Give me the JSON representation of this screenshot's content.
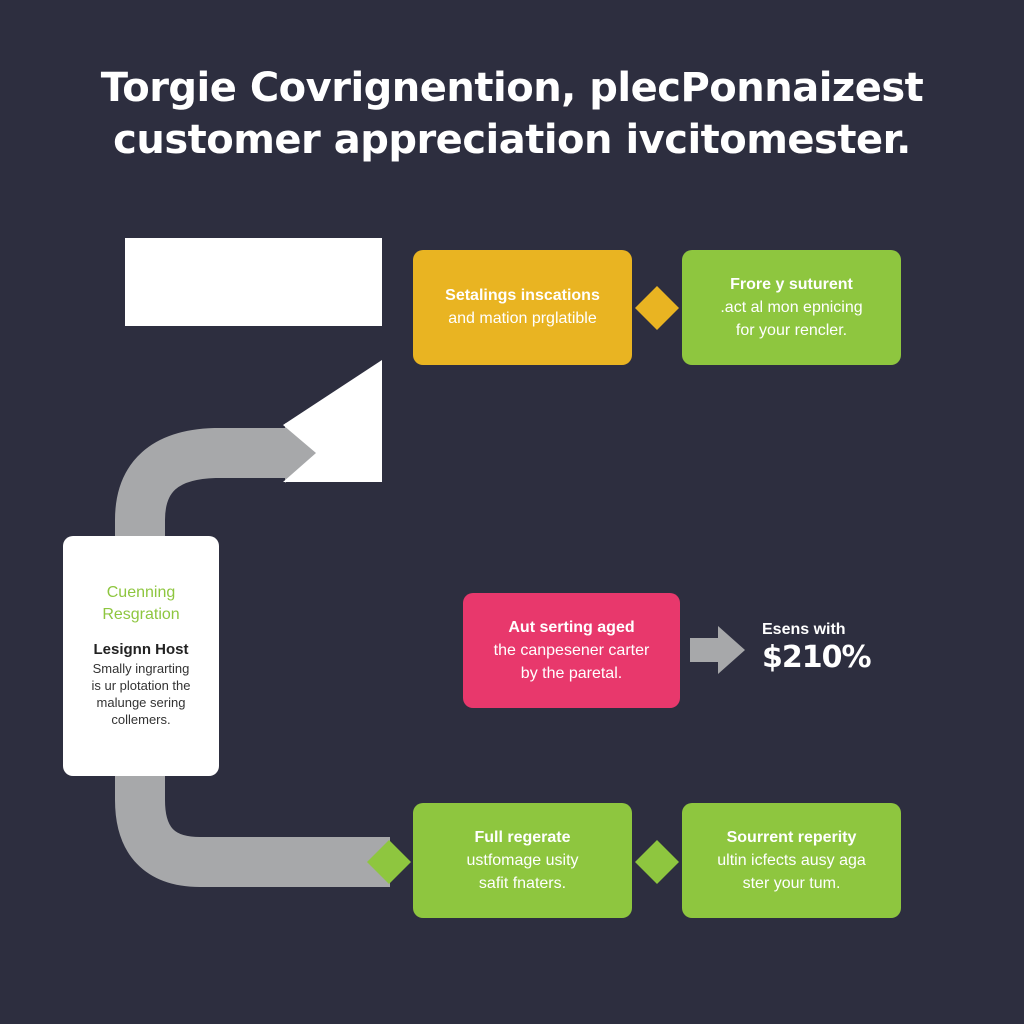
{
  "title": {
    "line1": "Torgie Covrignention, plecPonnaizest",
    "line2": "customer appreciation ivcitomester."
  },
  "side_card": {
    "title_line1": "Cuenning",
    "title_line2": "Resgration",
    "heading": "Lesignn Host",
    "lines": [
      "Smally ingrarting",
      "is ur plotation the",
      "malunge sering",
      "collemers."
    ]
  },
  "cards": {
    "orange": {
      "heading": "Setalings inscations",
      "lines": [
        "and mation prglatible"
      ]
    },
    "green_top": {
      "heading": "Frore y suturent",
      "lines": [
        ".act al mon epnicing",
        "for your rencler."
      ]
    },
    "pink": {
      "heading": "Aut serting aged",
      "lines": [
        "the canpesener carter",
        "by the paretal."
      ]
    },
    "green_bottom_left": {
      "heading": "Full regerate",
      "lines": [
        "ustfomage usity",
        "safit fnaters."
      ]
    },
    "green_bottom_right": {
      "heading": "Sourrent reperity",
      "lines": [
        "ultin icfects ausy aga",
        "ster your tum."
      ]
    }
  },
  "result": {
    "label": "Esens with",
    "value": "$210%"
  },
  "colors": {
    "background": "#2d2e3f",
    "orange": "#e9b422",
    "green": "#8ec63f",
    "pink": "#e8386c",
    "connector": "#a7a8aa"
  }
}
